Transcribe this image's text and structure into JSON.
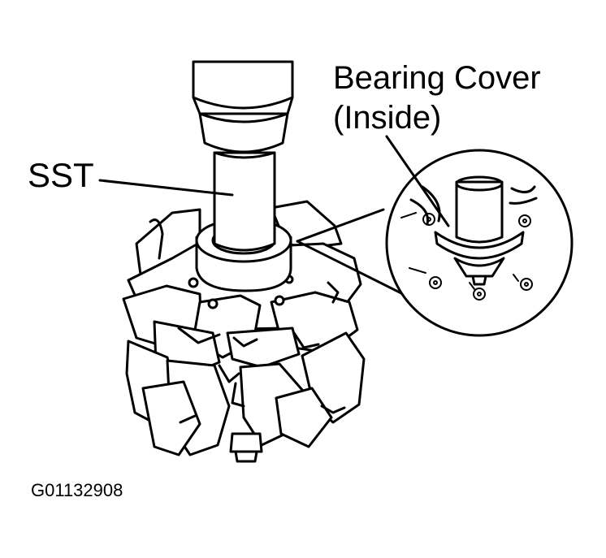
{
  "labels": {
    "sst": "SST",
    "bearing_cover_line1": "Bearing Cover",
    "bearing_cover_line2": "(Inside)",
    "figure_code": "G01132908"
  },
  "colors": {
    "background": "#ffffff",
    "ink": "#000000"
  }
}
